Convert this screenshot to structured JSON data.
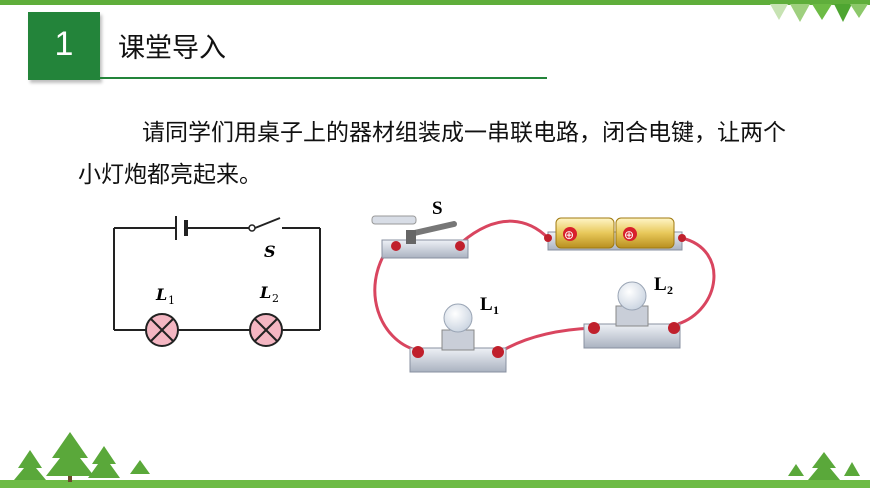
{
  "header": {
    "section_number": "1",
    "title": "课堂导入"
  },
  "body": {
    "text": "请同学们用桌子上的器材组装成一串联电路，闭合电键，让两个小灯炮都亮起来。"
  },
  "schematic": {
    "switch_label": "S",
    "lamp1_label": "L",
    "lamp1_sub": "1",
    "lamp2_label": "L",
    "lamp2_sub": "2"
  },
  "photo": {
    "switch_label": "S",
    "lamp1_label": "L",
    "lamp1_sub": "1",
    "lamp2_label": "L",
    "lamp2_sub": "2",
    "battery1_symbol": "⊕",
    "battery2_symbol": "⊕"
  },
  "colors": {
    "accent_green": "#23843a",
    "bar_green": "#5fae3b",
    "lamp_pink": "#f4b6c2",
    "wire_red": "#d9455f"
  }
}
